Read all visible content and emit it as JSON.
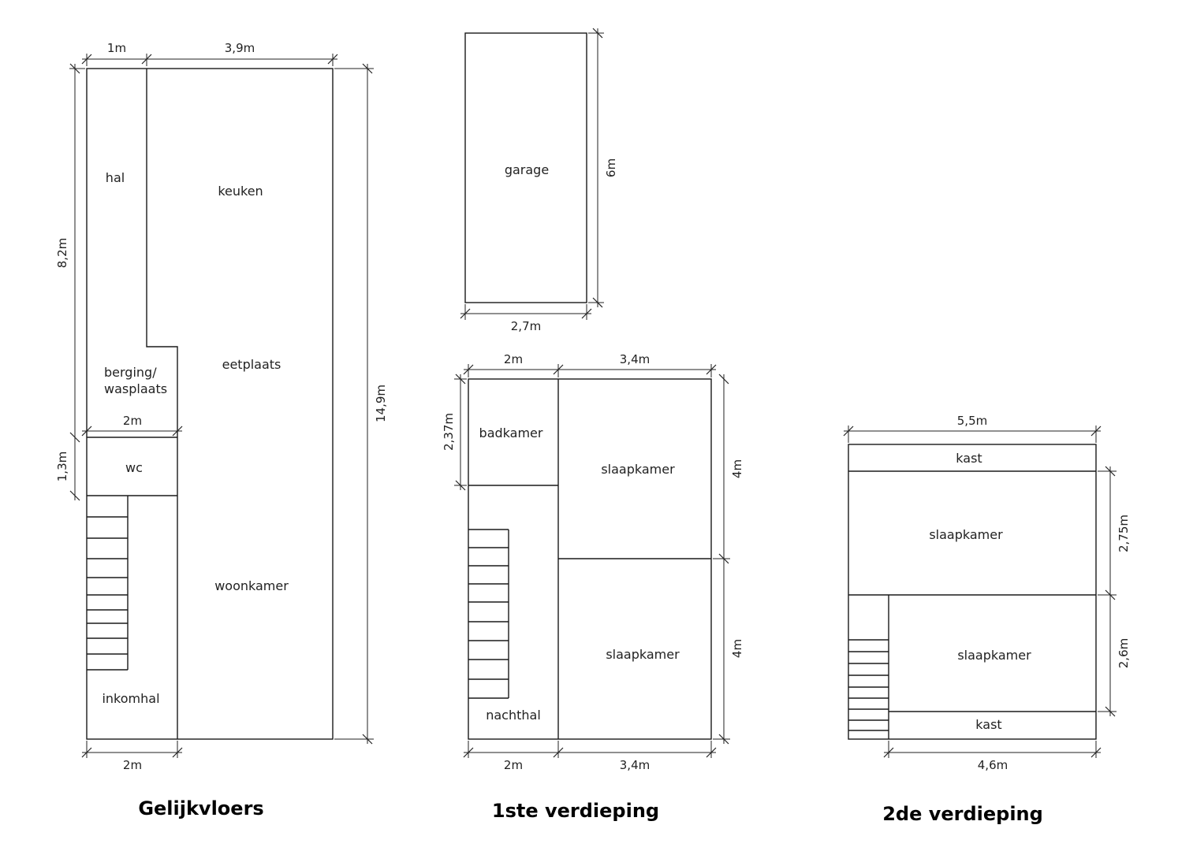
{
  "floors": {
    "ground": {
      "title": "Gelijkvloers",
      "rooms": {
        "hal": "hal",
        "keuken": "keuken",
        "berging_1": "berging/",
        "berging_2": "wasplaats",
        "eetplaats": "eetplaats",
        "wc": "wc",
        "woonkamer": "woonkamer",
        "inkomhal": "inkomhal"
      },
      "dims": {
        "top_left": "1m",
        "top_right": "3,9m",
        "left_upper": "8,2m",
        "left_wc": "1,3m",
        "inner_wc": "2m",
        "bottom": "2m",
        "right_total": "14,9m"
      }
    },
    "garage": {
      "rooms": {
        "garage": "garage"
      },
      "dims": {
        "right": "6m",
        "bottom": "2,7m"
      }
    },
    "first": {
      "title": "1ste verdieping",
      "rooms": {
        "badkamer": "badkamer",
        "slaapkamer_1": "slaapkamer",
        "slaapkamer_2": "slaapkamer",
        "nachthal": "nachthal"
      },
      "dims": {
        "top_left": "2m",
        "top_right": "3,4m",
        "left": "2,37m",
        "right_upper": "4m",
        "right_lower": "4m",
        "bottom_left": "2m",
        "bottom_right": "3,4m"
      }
    },
    "second": {
      "title": "2de verdieping",
      "rooms": {
        "kast_top": "kast",
        "slaapkamer_1": "slaapkamer",
        "slaapkamer_2": "slaapkamer",
        "kast_bottom": "kast"
      },
      "dims": {
        "top": "5,5m",
        "right_upper": "2,75m",
        "right_lower": "2,6m",
        "bottom": "4,6m"
      }
    }
  }
}
